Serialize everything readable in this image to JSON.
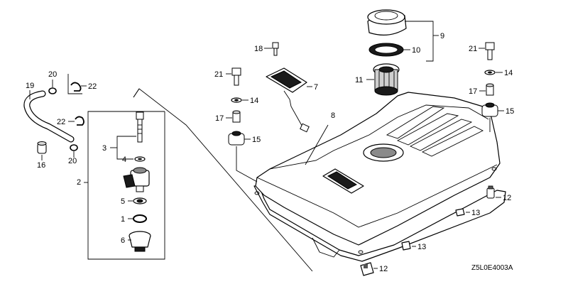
{
  "diagram_code": "Z5L0E4003A",
  "callouts": {
    "c1": "1",
    "c2": "2",
    "c3": "3",
    "c4": "4",
    "c5": "5",
    "c6": "6",
    "c7": "7",
    "c8": "8",
    "c9": "9",
    "c10": "10",
    "c11": "11",
    "c12a": "12",
    "c12b": "12",
    "c13a": "13",
    "c13b": "13",
    "c14a": "14",
    "c14b": "14",
    "c15a": "15",
    "c15b": "15",
    "c16": "16",
    "c17a": "17",
    "c17b": "17",
    "c18": "18",
    "c19": "19",
    "c20a": "20",
    "c20b": "20",
    "c21a": "21",
    "c21b": "21",
    "c22a": "22",
    "c22b": "22"
  },
  "parts": [
    {
      "id": "fuel-tank",
      "callout": "8"
    },
    {
      "id": "fuel-filler-cap",
      "callout": "9"
    },
    {
      "id": "cap-gasket",
      "callout": "10"
    },
    {
      "id": "fuel-strainer",
      "callout": "11"
    },
    {
      "id": "fuel-gauge",
      "callout": "7"
    },
    {
      "id": "fuel-valve-assembly",
      "callout": "2"
    },
    {
      "id": "fuel-hose",
      "callout": "19"
    }
  ]
}
